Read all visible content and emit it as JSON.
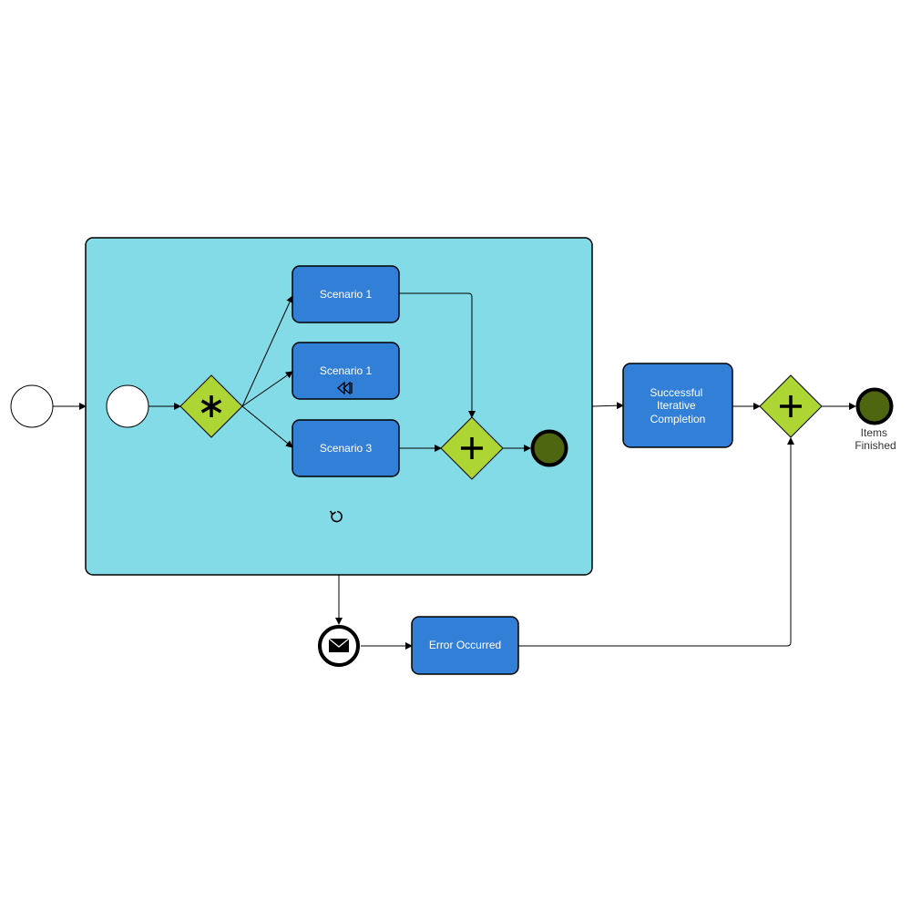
{
  "colors": {
    "canvas": "#ffffff",
    "subprocess_fill": "#82DBE6",
    "task_fill": "#317FD6",
    "gateway_fill": "#ADD634",
    "end_event_fill": "#4F6610",
    "stroke": "#000000",
    "task_text": "#ffffff",
    "caption_text": "#333333"
  },
  "icons": {
    "complex_gateway": "asterisk-icon",
    "parallel_gateway": "plus-icon",
    "compensation_marker": "rewind-icon",
    "loop_marker": "loop-icon",
    "boundary_event": "envelope-icon"
  },
  "tasks": {
    "scenario_1a": "Scenario 1",
    "scenario_1b": "Scenario 1",
    "scenario_3": "Scenario 3",
    "successful_completion": [
      "Successful",
      "Iterative",
      "Completion"
    ],
    "error_occurred": "Error Occurred"
  },
  "events": {
    "items_finished": [
      "Items",
      "Finished"
    ]
  }
}
